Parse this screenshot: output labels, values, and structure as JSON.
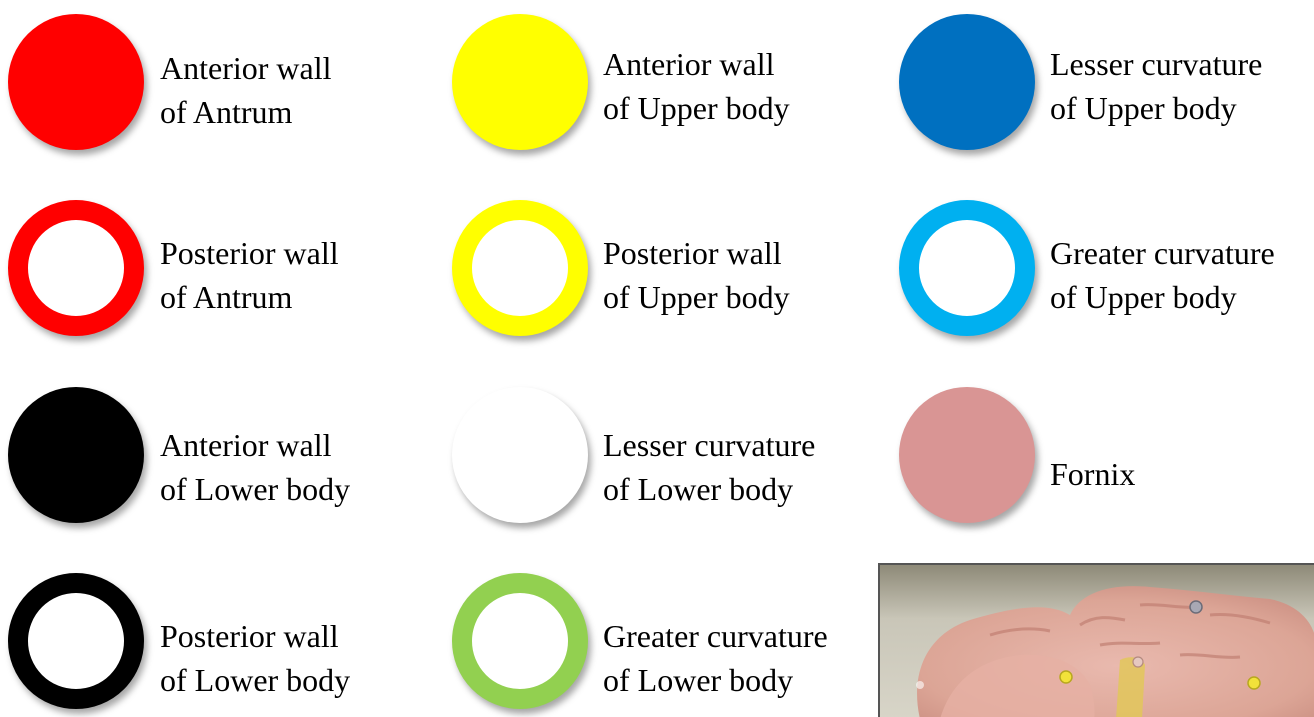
{
  "legend": [
    {
      "id": "anterior-antrum",
      "style": "filled",
      "color": "#ff0000",
      "line1": "Anterior wall",
      "line2": "of Antrum"
    },
    {
      "id": "anterior-upper-body",
      "style": "filled",
      "color": "#ffff00",
      "line1": "Anterior wall",
      "line2": "of Upper body"
    },
    {
      "id": "lesser-curvature-upper-body",
      "style": "filled",
      "color": "#0070c0",
      "line1": "Lesser curvature",
      "line2": "of Upper body"
    },
    {
      "id": "posterior-antrum",
      "style": "ring",
      "color": "#ff0000",
      "line1": "Posterior wall",
      "line2": "of Antrum"
    },
    {
      "id": "posterior-upper-body",
      "style": "ring",
      "color": "#ffff00",
      "line1": "Posterior wall",
      "line2": "of Upper body"
    },
    {
      "id": "greater-curvature-upper-body",
      "style": "ring",
      "color": "#00b0f0",
      "line1": "Greater curvature",
      "line2": "of Upper body"
    },
    {
      "id": "anterior-lower-body",
      "style": "filled",
      "color": "#000000",
      "line1": "Anterior wall",
      "line2": "of Lower body"
    },
    {
      "id": "lesser-curvature-lower-body",
      "style": "filled",
      "color": "#ffffff",
      "line1": "Lesser curvature",
      "line2": "of Lower body"
    },
    {
      "id": "fornix",
      "style": "filled",
      "color": "#d99594",
      "line1": "Fornix",
      "line2": ""
    },
    {
      "id": "posterior-lower-body",
      "style": "ring",
      "color": "#000000",
      "line1": "Posterior wall",
      "line2": "of Lower body"
    },
    {
      "id": "greater-curvature-lower-body",
      "style": "ring",
      "color": "#92d050",
      "line1": "Greater curvature",
      "line2": "of Lower body"
    }
  ]
}
